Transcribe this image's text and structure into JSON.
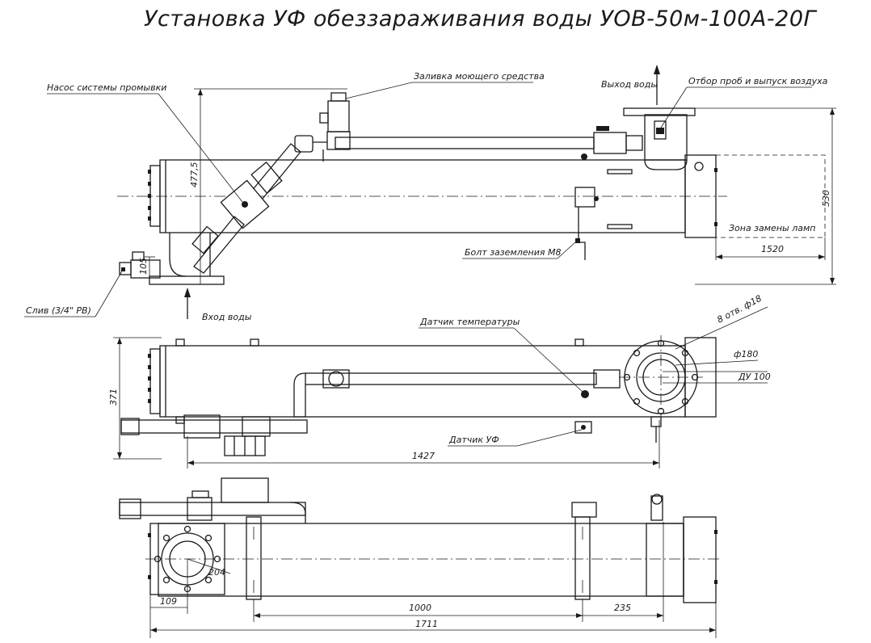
{
  "title": "Установка УФ обеззараживания воды УОВ-50м-100А-20Г",
  "labels": {
    "pump": "Насос системы промывки",
    "detergent": "Заливка моющего средства",
    "water_out": "Выход воды",
    "sampling": "Отбор проб и выпуск воздуха",
    "lamp_zone": "Зона замены ламп",
    "ground_bolt": "Болт заземления М8",
    "drain": "Слив (3/4\" РВ)",
    "water_in": "Вход воды",
    "temp_sensor": "Датчик температуры",
    "uv_sensor": "Датчик УФ",
    "holes": "8 отв. ф18",
    "flange_dia": "ф180",
    "dn": "ДУ 100"
  },
  "dimensions": {
    "h_4775": "477,5",
    "h_530": "530",
    "w_1520": "1520",
    "h_105": "105",
    "h_371": "371",
    "w_1427": "1427",
    "r_204": "204",
    "w_109": "109",
    "w_1000": "1000",
    "w_235": "235",
    "w_1711": "1711"
  }
}
